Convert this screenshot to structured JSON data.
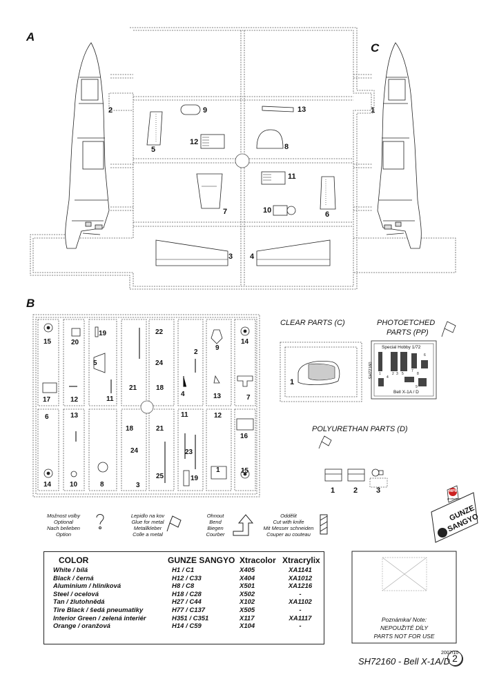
{
  "section_letters": {
    "a": "A",
    "b": "B",
    "c": "C"
  },
  "sprue_a": {
    "fuselage_left_num": "2",
    "fuselage_right_num": "1",
    "parts": [
      {
        "id": "p9",
        "num": "9"
      },
      {
        "id": "p13",
        "num": "13"
      },
      {
        "id": "p5",
        "num": "5"
      },
      {
        "id": "p12",
        "num": "12"
      },
      {
        "id": "p8",
        "num": "8"
      },
      {
        "id": "p11",
        "num": "11"
      },
      {
        "id": "p7",
        "num": "7"
      },
      {
        "id": "p10",
        "num": "10"
      },
      {
        "id": "p6",
        "num": "6"
      },
      {
        "id": "p3",
        "num": "3"
      },
      {
        "id": "p4",
        "num": "4"
      }
    ]
  },
  "sprue_b": {
    "parts": [
      "15",
      "20",
      "19",
      "5",
      "22",
      "24",
      "2",
      "9",
      "14",
      "17",
      "12",
      "11",
      "21",
      "18",
      "4",
      "13",
      "7",
      "6",
      "13",
      "18",
      "21",
      "11",
      "12",
      "16",
      "24",
      "23",
      "14",
      "10",
      "8",
      "3",
      "25",
      "19",
      "1",
      "15"
    ]
  },
  "clear_parts": {
    "title": "CLEAR PARTS (C)",
    "part_num": "1"
  },
  "photoetched": {
    "title_line1": "PHOTOETCHED",
    "title_line2": "PARTS (PP)",
    "fret_top": "Special Hobby 1/72",
    "fret_side": "SH72160",
    "fret_bottom": "Bell X-1A / D",
    "fret_nums": [
      "1",
      "2",
      "3",
      "4",
      "5",
      "6",
      "7",
      "8",
      "9"
    ]
  },
  "polyurethan": {
    "title": "POLYURETHAN PARTS (D)",
    "nums": [
      "1",
      "2",
      "3"
    ]
  },
  "logos": {
    "mpm": "MPM",
    "mpm_sub": "production",
    "gunze1": "GUNZE",
    "gunze2": "SANGYO"
  },
  "legend": {
    "optional": [
      "Možnost volby",
      "Optional",
      "Nach belieben",
      "Option"
    ],
    "glue": [
      "Lepidlo na kov",
      "Glue for metal",
      "Metallkleber",
      "Colle a metal"
    ],
    "bend": [
      "Ohnout",
      "Bend",
      "Biegen",
      "Courber"
    ],
    "cut": [
      "Oddělit",
      "Cut with knife",
      "Mit Messer schneiden",
      "Couper au couteau"
    ]
  },
  "color_table": {
    "headers": [
      "COLOR",
      "GUNZE SANGYO",
      "Xtracolor",
      "Xtracrylix"
    ],
    "rows": [
      {
        "name": "White / bílá",
        "gunze": "H1 / C1",
        "xtracolor": "X405",
        "xtracrylix": "XA1141"
      },
      {
        "name": "Black / černá",
        "gunze": "H12 / C33",
        "xtracolor": "X404",
        "xtracrylix": "XA1012"
      },
      {
        "name": "Aluminium / hliníková",
        "gunze": "H8 / C8",
        "xtracolor": "X501",
        "xtracrylix": "XA1216"
      },
      {
        "name": "Steel / ocelová",
        "gunze": "H18 / C28",
        "xtracolor": "X502",
        "xtracrylix": "-"
      },
      {
        "name": "Tan / žlutohnědá",
        "gunze": "H27 / C44",
        "xtracolor": "X102",
        "xtracrylix": "XA1102"
      },
      {
        "name": "Tire Black / šedá pneumatiky",
        "gunze": "H77 / C137",
        "xtracolor": "X505",
        "xtracrylix": "-"
      },
      {
        "name": "Interior Green / zelená interiér",
        "gunze": "H351 / C351",
        "xtracolor": "X117",
        "xtracrylix": "XA1117"
      },
      {
        "name": "Orange / oranžová",
        "gunze": "H14 / C59",
        "xtracolor": "X104",
        "xtracrylix": "-"
      }
    ]
  },
  "note": {
    "line1": "Poznámka/ Note:",
    "line2": "NEPOUŽITÉ DÍLY",
    "line3": "PARTS NOT FOR USE"
  },
  "footer": {
    "date": "2007/10",
    "title": "SH72160 - Bell X-1A/D",
    "page": "2"
  }
}
